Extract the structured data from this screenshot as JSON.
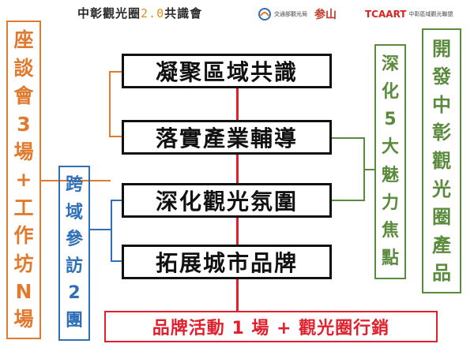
{
  "header": {
    "title_main": "中彰觀光圈",
    "title_version": "2.0",
    "title_suffix": "共識會",
    "logos": [
      {
        "icon": "transport-bureau-logo",
        "text": "交通部觀光局"
      },
      {
        "icon": "calligraphy-logo",
        "text": "参山"
      },
      {
        "mark": "TCAART",
        "text": "中彰區域觀光聯盟"
      }
    ]
  },
  "left_box": {
    "chars": [
      "座",
      "談",
      "會",
      "3",
      "場",
      "+",
      "工",
      "作",
      "坊",
      "N",
      "場"
    ]
  },
  "cross_box": {
    "chars": [
      "跨",
      "域",
      "參",
      "訪",
      "2",
      "團"
    ]
  },
  "focus_box": {
    "chars": [
      "深",
      "化",
      "5",
      "大",
      "魅",
      "力",
      "焦",
      "點"
    ]
  },
  "product_box": {
    "chars": [
      "開",
      "發",
      "中",
      "彰",
      "觀",
      "光",
      "圈",
      "產",
      "品"
    ]
  },
  "steps": [
    {
      "label": "凝聚區域共識"
    },
    {
      "label": "落實產業輔導"
    },
    {
      "label": "深化觀光氛圍"
    },
    {
      "label": "拓展城市品牌"
    }
  ],
  "bottom": {
    "label": "品牌活動 1 場 + 觀光圈行銷"
  },
  "colors": {
    "orange": "#e07a2e",
    "blue": "#2e6fb7",
    "green": "#5a8a3c",
    "red": "#e0202c",
    "dark": "#111111"
  }
}
